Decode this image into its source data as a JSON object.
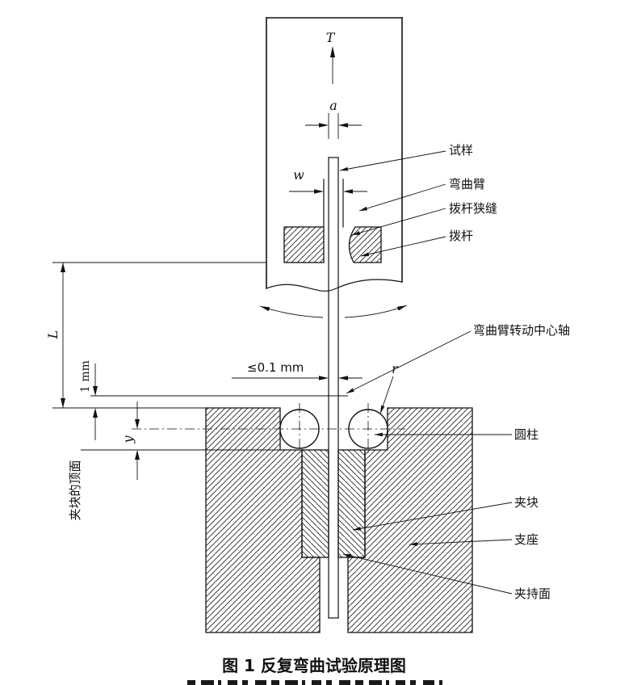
{
  "figure": {
    "caption": "图 1  反复弯曲试验原理图",
    "labels": {
      "force": "T",
      "dim_a": "a",
      "dim_w": "w",
      "dim_L": "L",
      "dim_y": "y",
      "dim_1mm": "1 mm",
      "clearance": "≤0.1 mm",
      "radius": "r",
      "specimen": "试样",
      "bending_arm": "弯曲臂",
      "lever_slot": "拨杆狭缝",
      "lever": "拨杆",
      "rotation_axis": "弯曲臂转动中心轴",
      "cylinder": "圆柱",
      "clamp_block": "夹块",
      "support": "支座",
      "clamping_surface": "夹持面",
      "clamp_top_face": "夹块的顶面"
    }
  }
}
